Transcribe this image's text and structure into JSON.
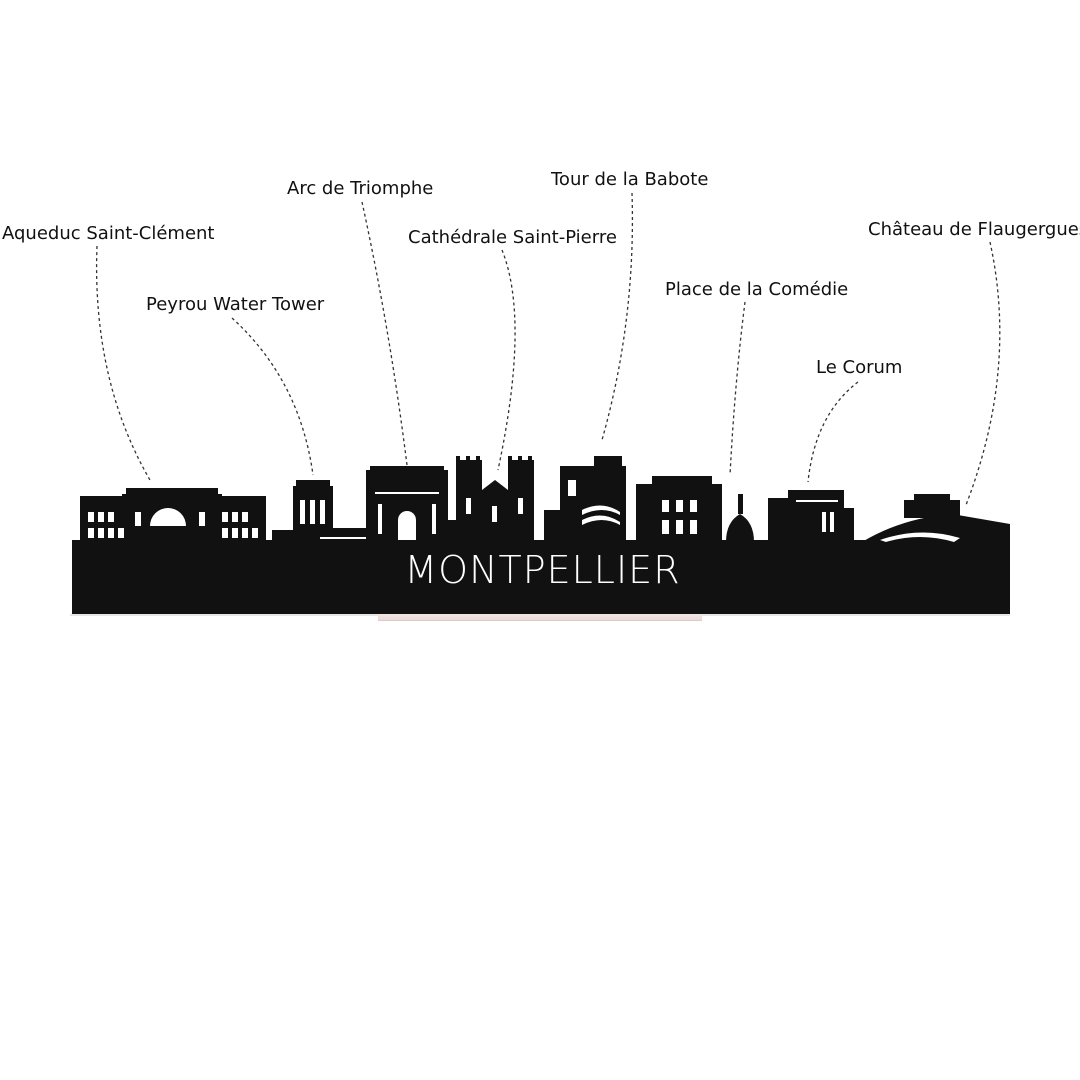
{
  "city_name": "MONTPELLIER",
  "landmarks": [
    {
      "id": "aqueduc",
      "label": "Aqueduc Saint-Clément"
    },
    {
      "id": "peyrou",
      "label": "Peyrou Water Tower"
    },
    {
      "id": "arc",
      "label": "Arc de Triomphe"
    },
    {
      "id": "cathedrale",
      "label": "Cathédrale Saint-Pierre"
    },
    {
      "id": "babote",
      "label": "Tour de la Babote"
    },
    {
      "id": "comedie",
      "label": "Place de la Comédie"
    },
    {
      "id": "corum",
      "label": "Le Corum"
    },
    {
      "id": "flaugergues",
      "label": "Château de Flaugergues"
    }
  ],
  "colors": {
    "silhouette": "#111111",
    "background": "#ffffff",
    "leader_line": "#333333"
  }
}
